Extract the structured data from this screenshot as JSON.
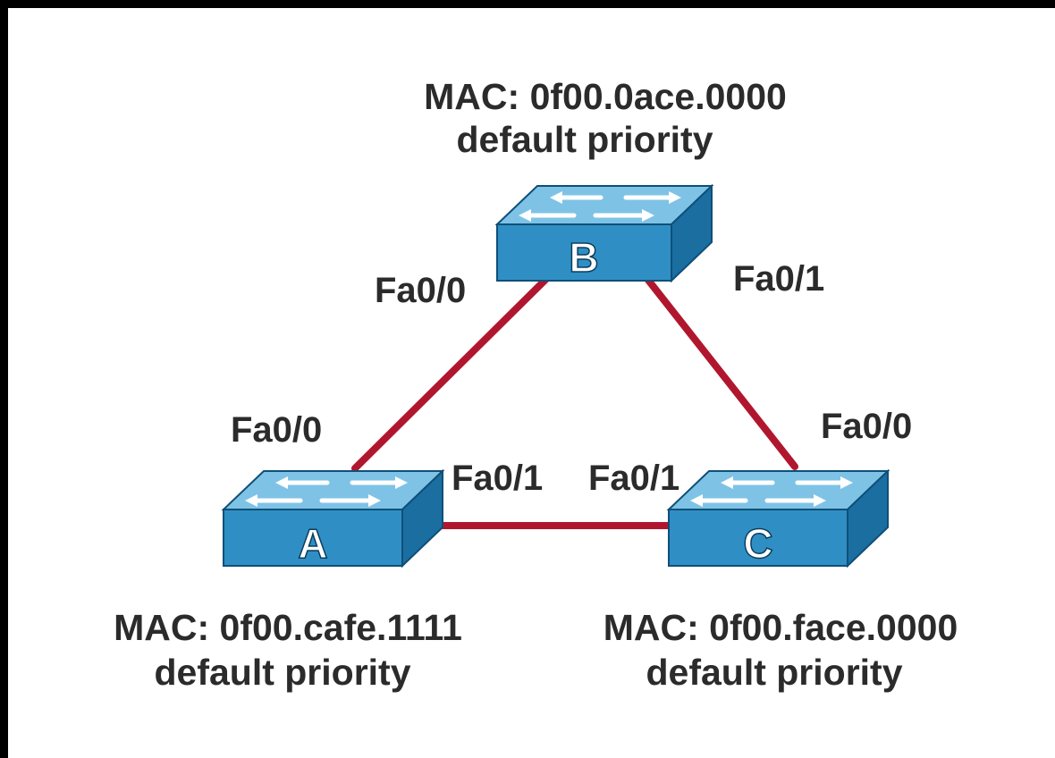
{
  "switches": {
    "b": {
      "letter": "B",
      "mac": "MAC: 0f00.0ace.0000",
      "priority": "default priority"
    },
    "a": {
      "letter": "A",
      "mac": "MAC: 0f00.cafe.1111",
      "priority": "default priority"
    },
    "c": {
      "letter": "C",
      "mac": "MAC: 0f00.face.0000",
      "priority": "default priority"
    }
  },
  "ports": {
    "b_left": "Fa0/0",
    "b_right": "Fa0/1",
    "a_top": "Fa0/0",
    "a_right": "Fa0/1",
    "c_left": "Fa0/1",
    "c_top": "Fa0/0"
  },
  "colors": {
    "link": "#b0172e",
    "switch_top": "#7ec3e6",
    "switch_front": "#2f8fc4",
    "switch_side": "#1b6ea0",
    "frame": "#000000"
  },
  "icons": {
    "switch": "layer2-switch-icon"
  }
}
